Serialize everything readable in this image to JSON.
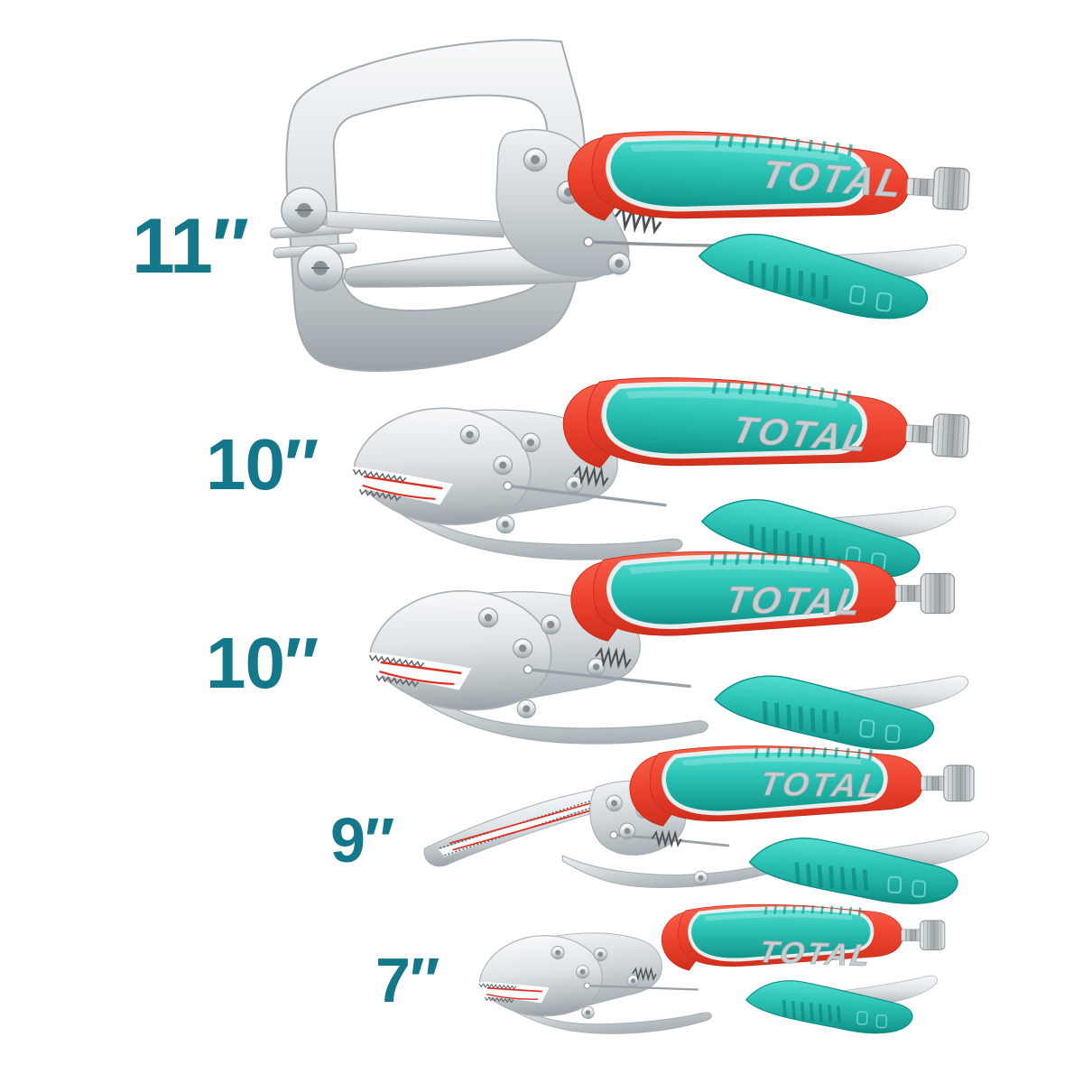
{
  "product": {
    "brand": "TOTAL",
    "name": "Locking pliers set",
    "piece_count": 5,
    "background_color": "#ffffff"
  },
  "items": [
    {
      "size_label": "11″",
      "tool": "C-clamp locking pliers with swivel pads"
    },
    {
      "size_label": "10″",
      "tool": "Curved jaw locking pliers"
    },
    {
      "size_label": "10″",
      "tool": "Curved jaw locking pliers"
    },
    {
      "size_label": "9″",
      "tool": "Long nose locking pliers"
    },
    {
      "size_label": "7″",
      "tool": "Curved jaw locking pliers"
    }
  ],
  "colors": {
    "label_text": "#15788a",
    "handle_teal": "#2cc2b6",
    "handle_teal_dark": "#0f8b81",
    "handle_red": "#ee4430",
    "metal_silver": "#ccd2d6",
    "logo_silver": "#c7ced2",
    "jaw_accent_red": "#dd2f22",
    "screw_metal": "#c3c9cc"
  }
}
